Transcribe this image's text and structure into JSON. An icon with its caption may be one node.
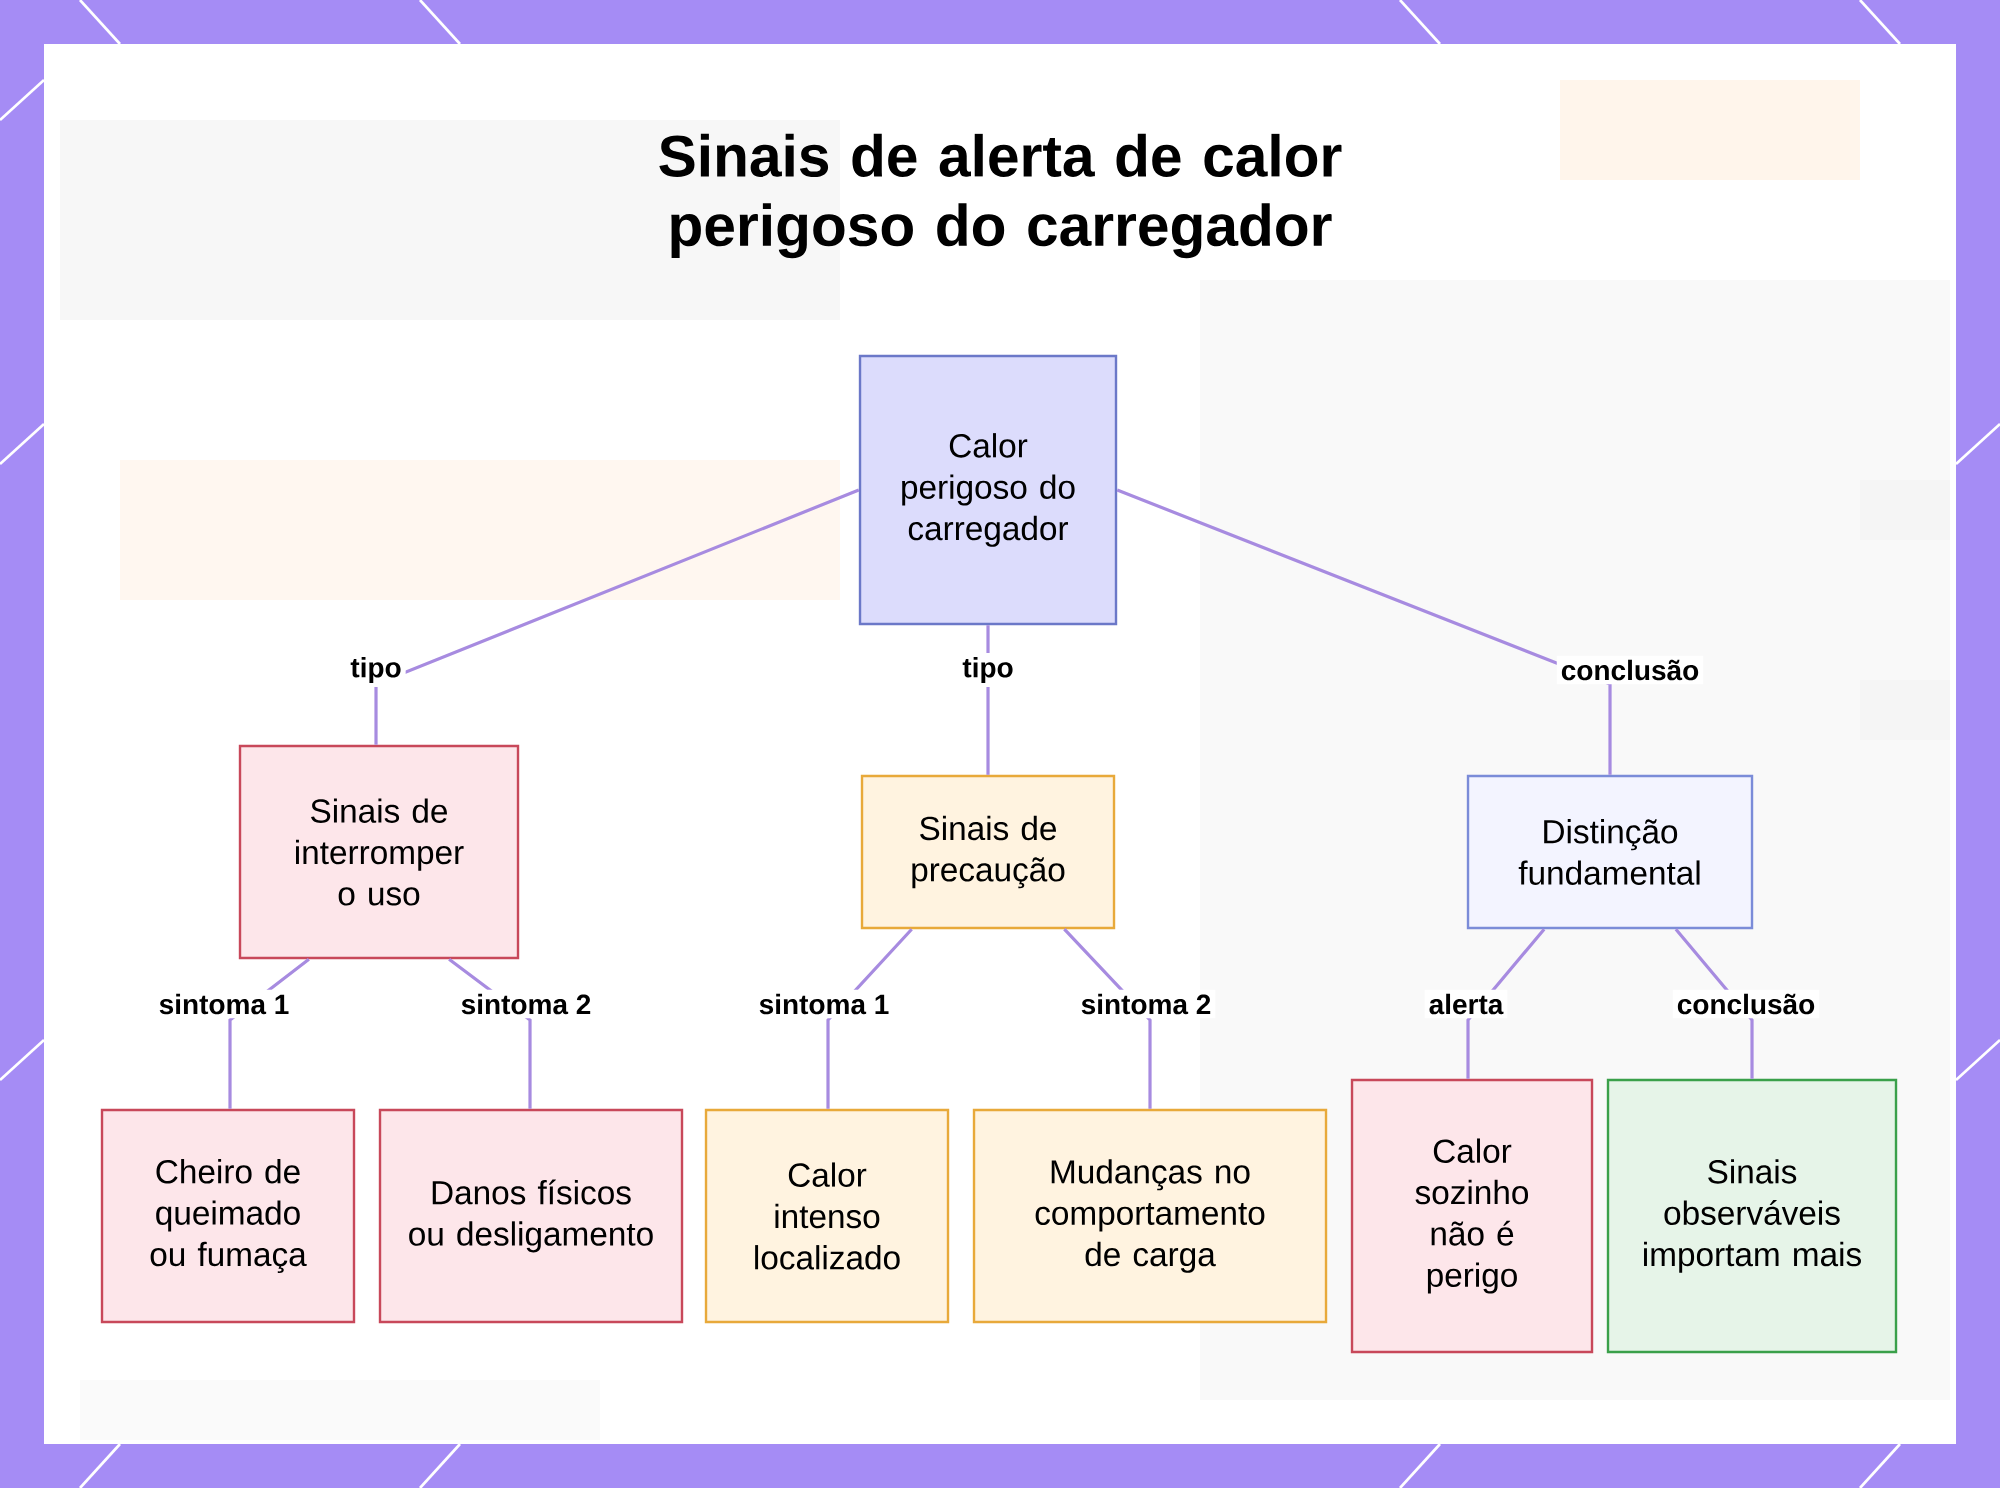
{
  "diagram": {
    "title": "Sinais de alerta de calor perigoso do carregador",
    "nodes": [
      {
        "text": [
          "Calor perigoso do carregador"
        ]
      },
      {
        "text": [
          "Sinais de interromper o uso"
        ]
      },
      {
        "text": [
          "Sinais de precaução"
        ]
      },
      {
        "text": [
          "Distinção fundamental"
        ]
      },
      {
        "text": [
          "Cheiro de queimado ou fumaça"
        ]
      },
      {
        "text": [
          "Danos físicos ou desligamento"
        ]
      },
      {
        "text": [
          "Calor intenso localizado"
        ]
      },
      {
        "text": [
          "Mudanças no comportamento de carga"
        ]
      },
      {
        "text": [
          "Calor sozinho não é perigo"
        ]
      },
      {
        "text": [
          "Sinais observáveis importam mais"
        ]
      }
    ],
    "edges": [
      {
        "from": 0,
        "to": 1,
        "arrow": "none",
        "label": "tipo"
      },
      {
        "from": 0,
        "to": 2,
        "arrow": "none",
        "label": "tipo"
      },
      {
        "from": 0,
        "to": 3,
        "arrow": "none",
        "label": "conclusão"
      },
      {
        "from": 1,
        "to": 4,
        "arrow": "none",
        "label": "sintoma 1"
      },
      {
        "from": 1,
        "to": 5,
        "arrow": "none",
        "label": "sintoma 2"
      },
      {
        "from": 2,
        "to": 6,
        "arrow": "none",
        "label": "sintoma 1"
      },
      {
        "from": 2,
        "to": 7,
        "arrow": "none",
        "label": "sintoma 2"
      },
      {
        "from": 3,
        "to": 8,
        "arrow": "none",
        "label": "alerta"
      },
      {
        "from": 3,
        "to": 9,
        "arrow": "none",
        "label": "conclusão"
      }
    ]
  }
}
